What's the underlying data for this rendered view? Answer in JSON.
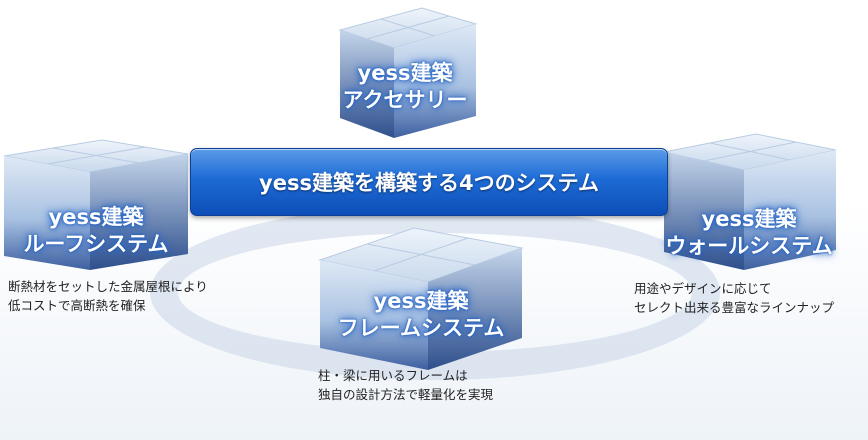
{
  "banner": {
    "title": "yess建築を構築する4つのシステム"
  },
  "cubes": {
    "accessory": {
      "line1": "yess建築",
      "line2": "アクセサリー"
    },
    "roof": {
      "line1": "yess建築",
      "line2": "ルーフシステム",
      "desc1": "断熱材をセットした金属屋根により",
      "desc2": "低コストで高断熱を確保"
    },
    "wall": {
      "line1": "yess建築",
      "line2": "ウォールシステム",
      "desc1": "用途やデザインに応じて",
      "desc2": "セレクト出来る豊富なラインナップ"
    },
    "frame": {
      "line1": "yess建築",
      "line2": "フレームシステム",
      "desc1": "柱・梁に用いるフレームは",
      "desc2": "独自の設計方法で軽量化を実現"
    }
  },
  "colors": {
    "banner": "#1e6bd6",
    "glow": "#2f6fd0"
  }
}
